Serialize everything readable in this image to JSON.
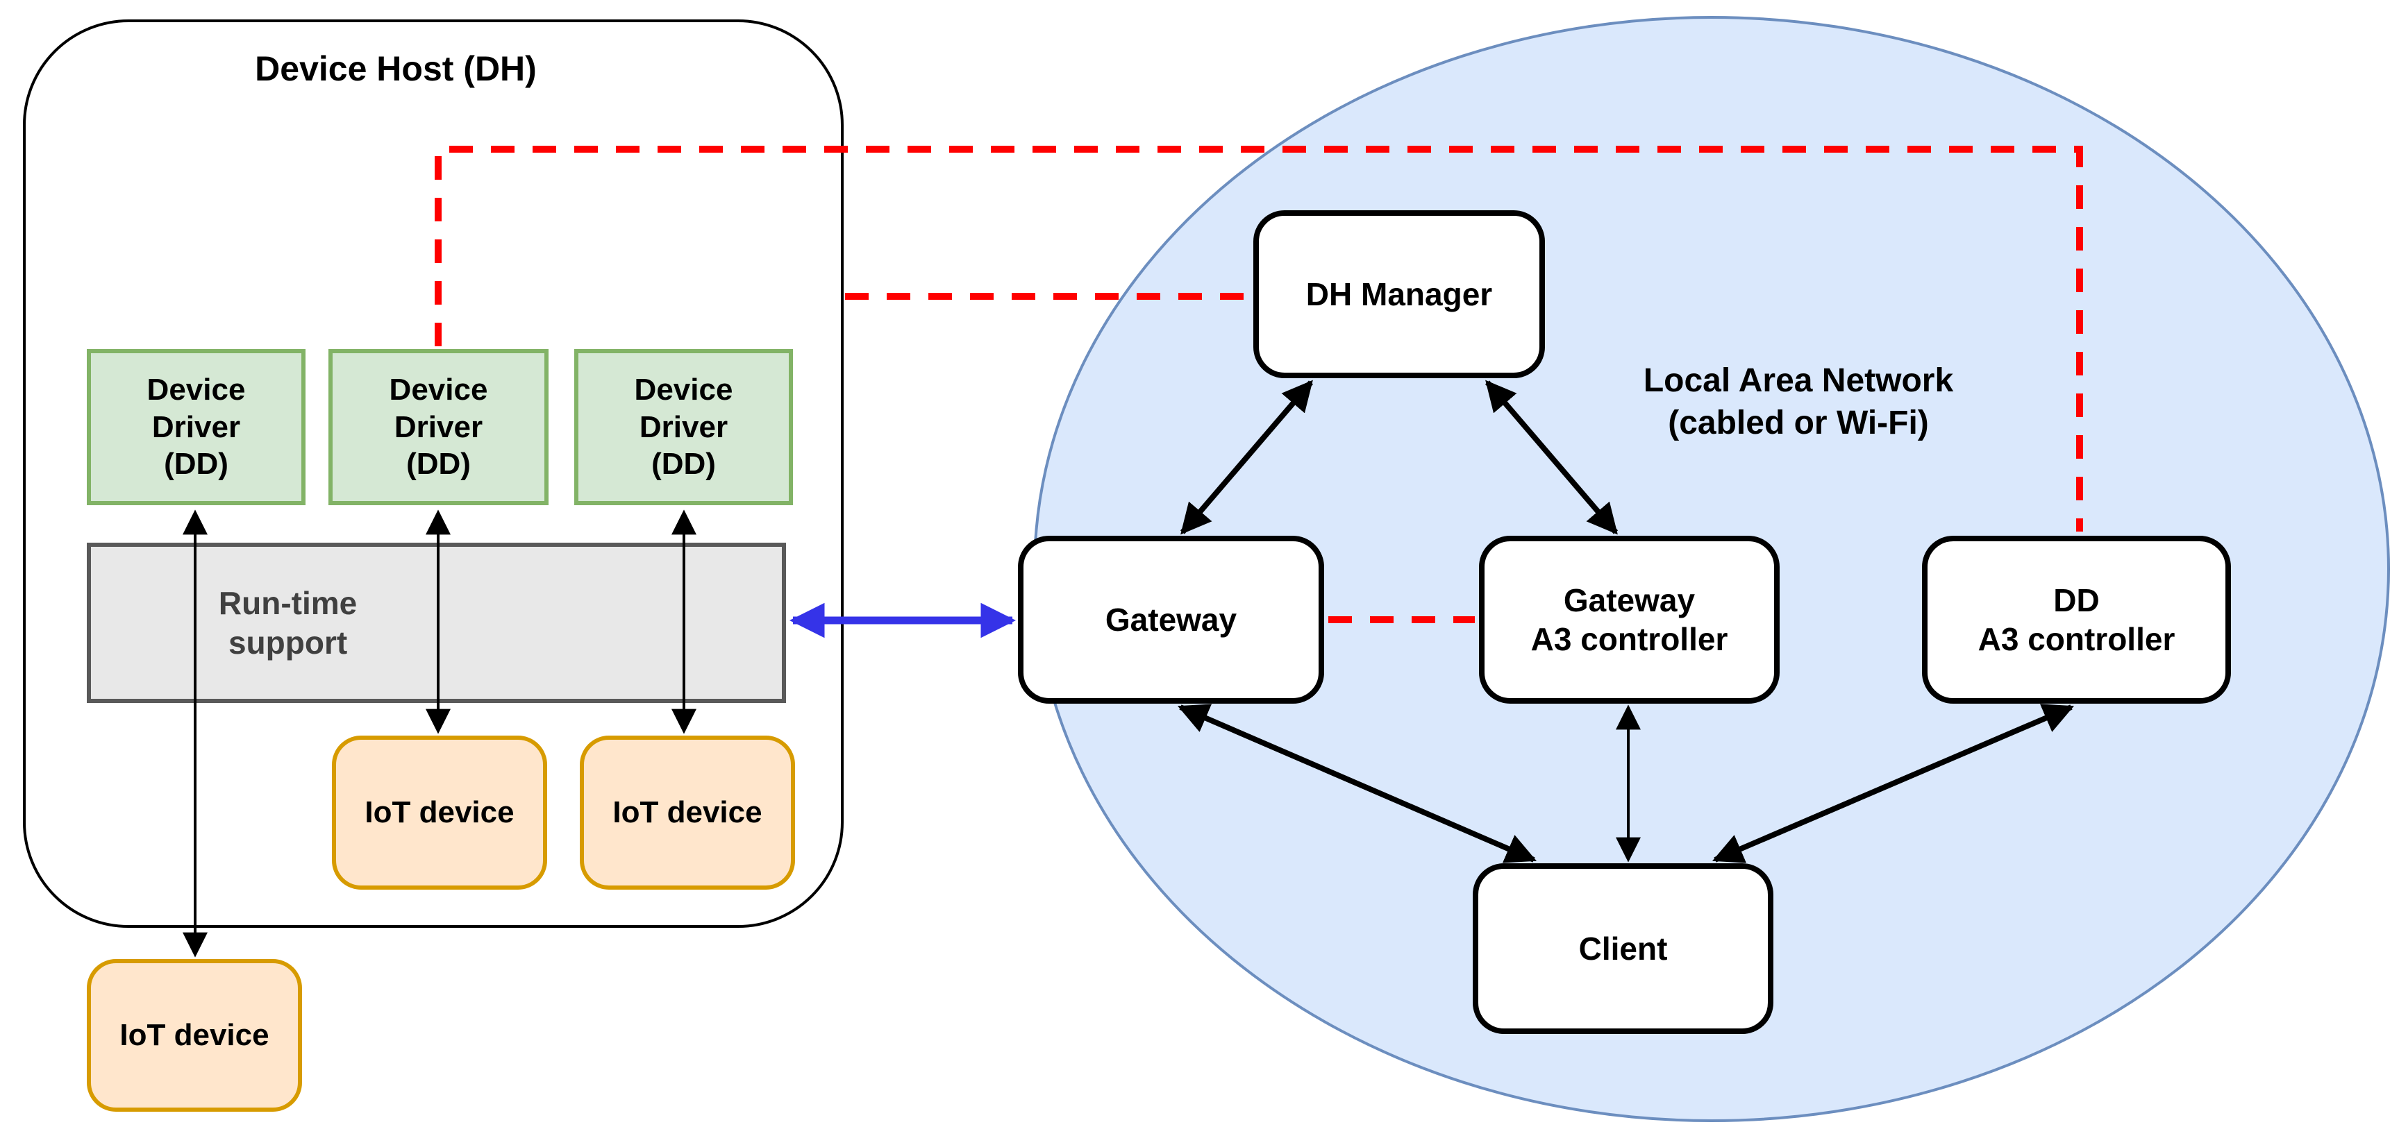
{
  "titles": {
    "host": "Device Host (DH)",
    "lan": "Local Area Network\n(cabled or Wi-Fi)"
  },
  "nodes": {
    "dd1": {
      "label": "Device\nDriver\n(DD)"
    },
    "dd2": {
      "label": "Device\nDriver\n(DD)"
    },
    "dd3": {
      "label": "Device\nDriver\n(DD)"
    },
    "runtime": {
      "label": "Run-time\nsupport"
    },
    "iot_inside_1": {
      "label": "IoT device"
    },
    "iot_inside_2": {
      "label": "IoT device"
    },
    "iot_external": {
      "label": "IoT device"
    },
    "dh_manager": {
      "label": "DH Manager"
    },
    "gateway": {
      "label": "Gateway"
    },
    "gateway_a3_controller": {
      "label": "Gateway\nA3 controller"
    },
    "dd_a3_controller": {
      "label": "DD\nA3 controller"
    },
    "client": {
      "label": "Client"
    }
  },
  "edges": [
    {
      "from": "dd1",
      "to": "iot_external",
      "style": "black-double-arrow"
    },
    {
      "from": "dd2",
      "to": "iot_inside_1",
      "style": "black-double-arrow"
    },
    {
      "from": "dd3",
      "to": "iot_inside_2",
      "style": "black-double-arrow"
    },
    {
      "from": "runtime",
      "to": "gateway",
      "style": "blue-double-arrow"
    },
    {
      "from": "dh_manager",
      "to": "gateway",
      "style": "black-double-arrow"
    },
    {
      "from": "dh_manager",
      "to": "gateway_a3_controller",
      "style": "black-double-arrow"
    },
    {
      "from": "gateway",
      "to": "client",
      "style": "black-double-arrow"
    },
    {
      "from": "gateway_a3_controller",
      "to": "client",
      "style": "black-double-arrow"
    },
    {
      "from": "dd_a3_controller",
      "to": "client",
      "style": "black-double-arrow"
    },
    {
      "from": "dd2",
      "to": "dd_a3_controller",
      "style": "red-dashed"
    },
    {
      "from": "device_host",
      "to": "dh_manager",
      "style": "red-dashed"
    },
    {
      "from": "gateway",
      "to": "gateway_a3_controller",
      "style": "red-dashed"
    }
  ],
  "colors": {
    "lan_fill": "#dae8fc",
    "lan_stroke": "#6c8ebf",
    "driver_fill": "#d5e8d4",
    "driver_stroke": "#82b366",
    "iot_fill": "#ffe6cc",
    "iot_stroke": "#d79b00",
    "runtime_fill": "#e8e8e8",
    "runtime_stroke": "#595959",
    "solid_link": "#000000",
    "dashed_link": "#ff0000",
    "host_lan_link": "#3533e8"
  }
}
